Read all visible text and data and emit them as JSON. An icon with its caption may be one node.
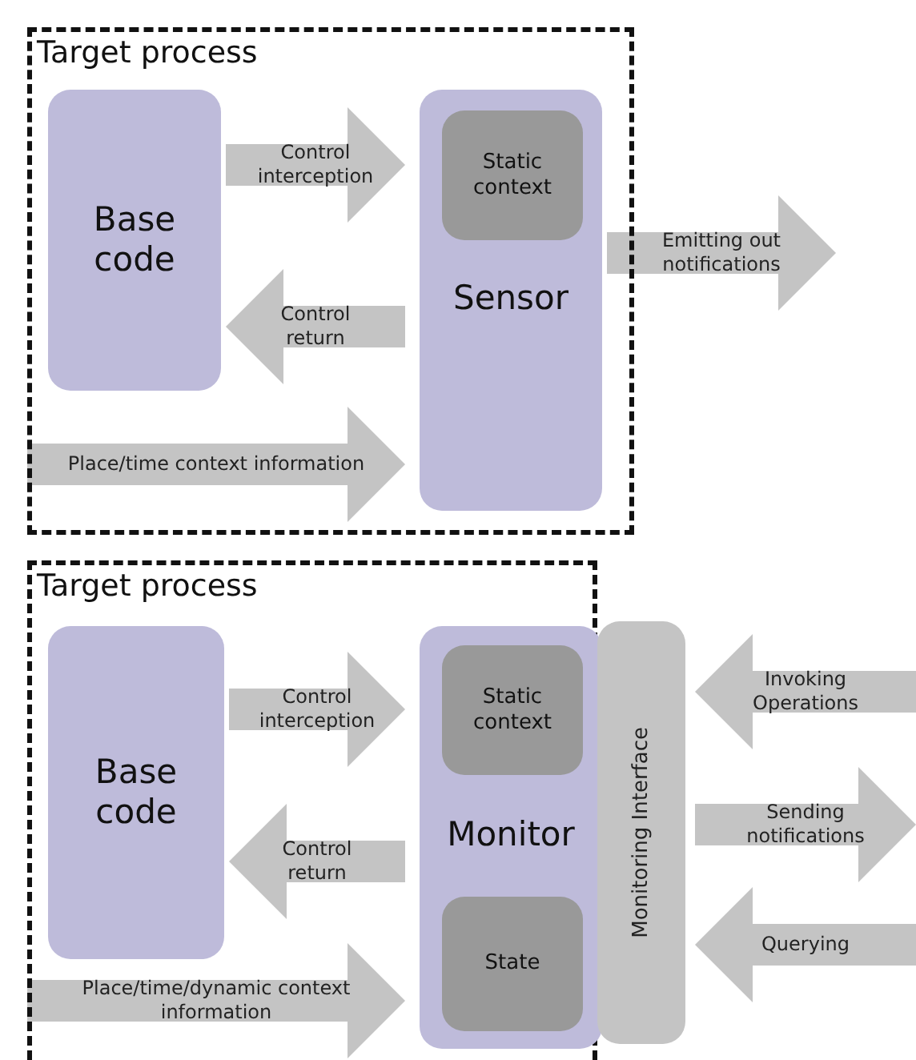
{
  "diagram": {
    "nodes": [
      {
        "text": [
          "Target process"
        ]
      },
      {
        "text": [
          "Base code"
        ],
        "in": 0
      },
      {
        "text": [
          "Sensor"
        ],
        "in": 0
      },
      {
        "text": [
          "Static context"
        ],
        "in": 2
      },
      {
        "text": [
          "Target process"
        ]
      },
      {
        "text": [
          "Base code"
        ],
        "in": 4
      },
      {
        "text": [
          "Monitor"
        ],
        "in": 4
      },
      {
        "text": [
          "Static context"
        ],
        "in": 6
      },
      {
        "text": [
          "State"
        ],
        "in": 6
      },
      {
        "text": [
          "Monitoring Interface"
        ]
      }
    ],
    "edges": [
      {
        "from": 1,
        "to": 2,
        "arrow": "to",
        "label": "Control interception"
      },
      {
        "from": 2,
        "to": 1,
        "arrow": "to",
        "label": "Control return"
      },
      {
        "from": null,
        "to": 2,
        "arrow": "to",
        "label": "Place/time context information"
      },
      {
        "from": 2,
        "to": null,
        "arrow": "to",
        "label": "Emitting out notifications"
      },
      {
        "from": 5,
        "to": 6,
        "arrow": "to",
        "label": "Control interception"
      },
      {
        "from": 6,
        "to": 5,
        "arrow": "to",
        "label": "Control return"
      },
      {
        "from": null,
        "to": 6,
        "arrow": "to",
        "label": "Place/time/dynamic context information"
      },
      {
        "from": null,
        "to": 9,
        "arrow": "to",
        "label": "Invoking Operations"
      },
      {
        "from": 9,
        "to": null,
        "arrow": "to",
        "label": "Sending notifications"
      },
      {
        "from": null,
        "to": 9,
        "arrow": "to",
        "label": "Querying"
      }
    ]
  }
}
